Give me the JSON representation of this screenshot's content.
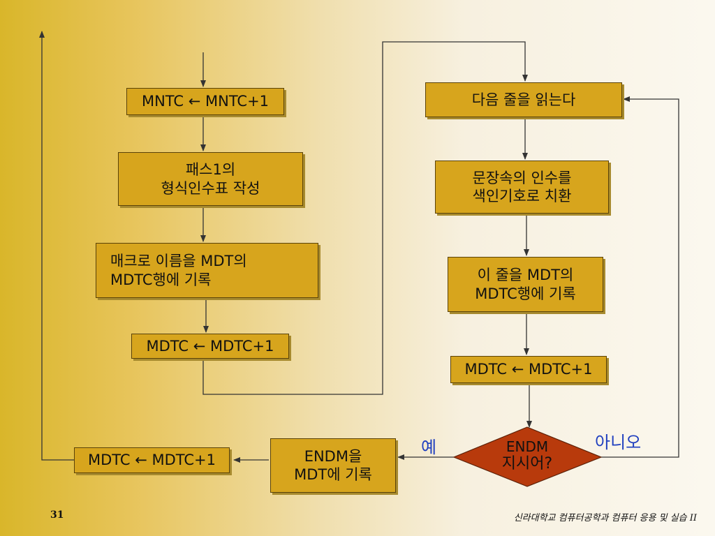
{
  "diagram": {
    "boxes": {
      "mntc_inc": "MNTC ← MNTC+1",
      "pass1_table": "패스1의\n형식인수표 작성",
      "macro_name": "매크로 이름을 MDT의\nMDTC행에 기록",
      "mdtc_inc_left": "MDTC ← MDTC+1",
      "read_next": "다음 줄을 읽는다",
      "substitute": "문장속의 인수를\n색인기호로 치환",
      "record_line": "이 줄을 MDT의\nMDTC행에 기록",
      "mdtc_inc_right": "MDTC ← MDTC+1",
      "endm_record": "ENDM을\nMDT에 기록",
      "mdtc_inc_bottom": "MDTC ← MDTC+1"
    },
    "decision": {
      "line1": "ENDM",
      "line2": "지시어?"
    },
    "branches": {
      "yes": "예",
      "no": "아니오"
    }
  },
  "footer": {
    "page_number": "31",
    "course": "신라대학교 컴퓨터공학과 컴퓨터 응용 및 실습 II"
  },
  "colors": {
    "box_fill": "#d7a51d",
    "decision_fill": "#b83a0c",
    "branch_text": "#1f3fbf",
    "line": "#333333"
  }
}
